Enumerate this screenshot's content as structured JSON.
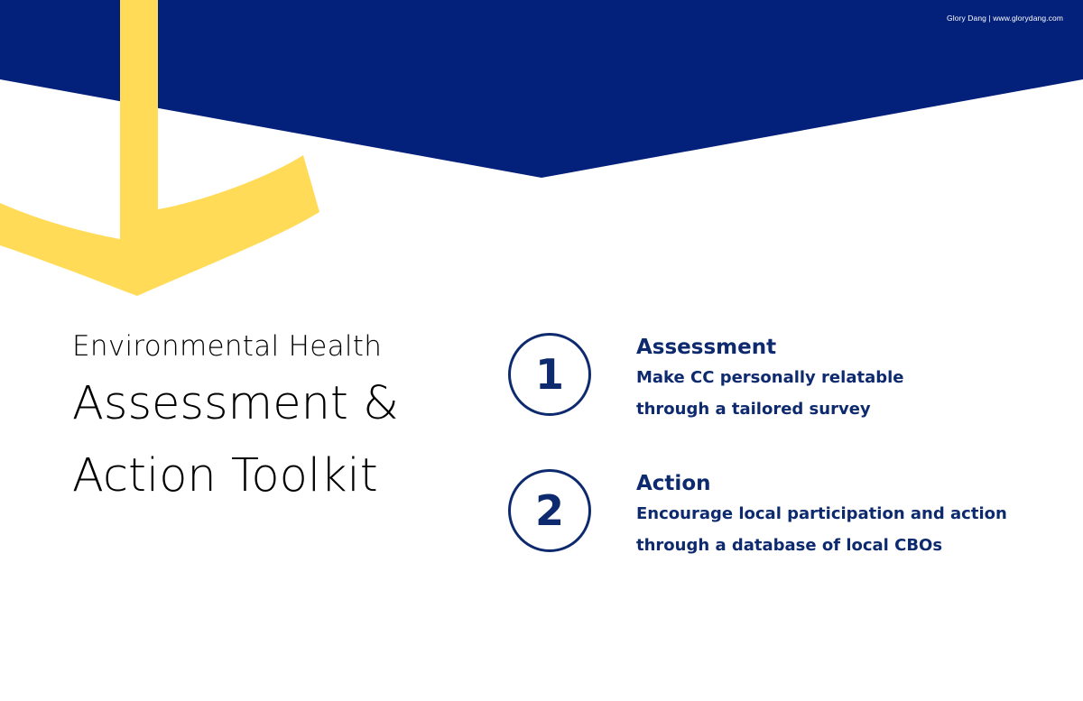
{
  "credit": "Glory Dang | www.glorydang.com",
  "title": {
    "line1": "Environmental Health",
    "line2": "Assessment &",
    "line3": "Action Toolkit"
  },
  "steps": [
    {
      "number": "1",
      "heading": "Assessment",
      "desc_line1": "Make CC personally relatable",
      "desc_line2": "through a tailored survey"
    },
    {
      "number": "2",
      "heading": "Action",
      "desc_line1": "Encourage local participation and action",
      "desc_line2": "through a database of local CBOs"
    }
  ],
  "colors": {
    "navy": "#03207a",
    "yellow": "#ffdb57",
    "text_navy": "#0e2a6e",
    "background": "#ffffff"
  },
  "icons": {
    "anchor": "anchor-icon"
  }
}
